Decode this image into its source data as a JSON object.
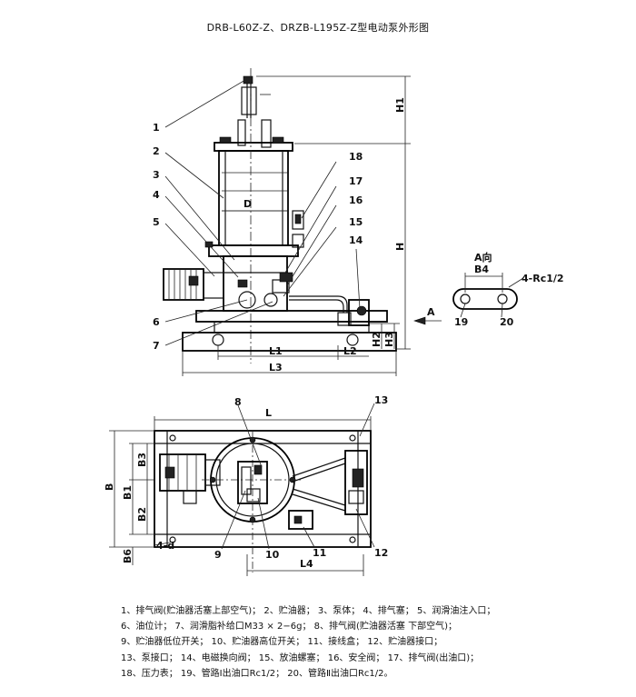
{
  "title": "DRB-L60Z-Z、DRZB-L195Z-Z型电动泵外形图",
  "callouts": {
    "c1": "1",
    "c2": "2",
    "c3": "3",
    "c4": "4",
    "c5": "5",
    "c6": "6",
    "c7": "7",
    "c8": "8",
    "c9": "9",
    "c10": "10",
    "c11": "11",
    "c12": "12",
    "c13": "13",
    "c14": "14",
    "c15": "15",
    "c16": "16",
    "c17": "17",
    "c18": "18",
    "c19": "19",
    "c20": "20"
  },
  "dimensions": {
    "H1": "H1",
    "H": "H",
    "H2": "H2",
    "H3": "H3",
    "L": "L",
    "L1": "L1",
    "L2": "L2",
    "L3": "L3",
    "L4": "L4",
    "B": "B",
    "B1": "B1",
    "B2": "B2",
    "B3": "B3",
    "B4": "B4",
    "B6": "B6",
    "D": "D",
    "d4": "4-d",
    "rc": "4-Rc1/2",
    "A": "A"
  },
  "view_label": "A向",
  "legend": [
    "1、排气阀(贮油器活塞上部空气)；  2、贮油器；  3、泵体；  4、排气塞；  5、润滑油注入口；",
    "6、油位计；  7、润滑脂补给口M33 × 2−6g；  8、排气阀(贮油器活塞  下部空气)；",
    "9、贮油器低位开关；  10、贮油器高位开关；  11、接线盒；  12、贮油器接口；",
    "13、泵接口；  14、电磁换向阀；  15、放油螺塞；  16、安全阀；  17、排气阀(出油口)；",
    "18、压力表；  19、管路Ⅰ出油口Rc1/2；  20、管路Ⅱ出油口Rc1/2。"
  ]
}
